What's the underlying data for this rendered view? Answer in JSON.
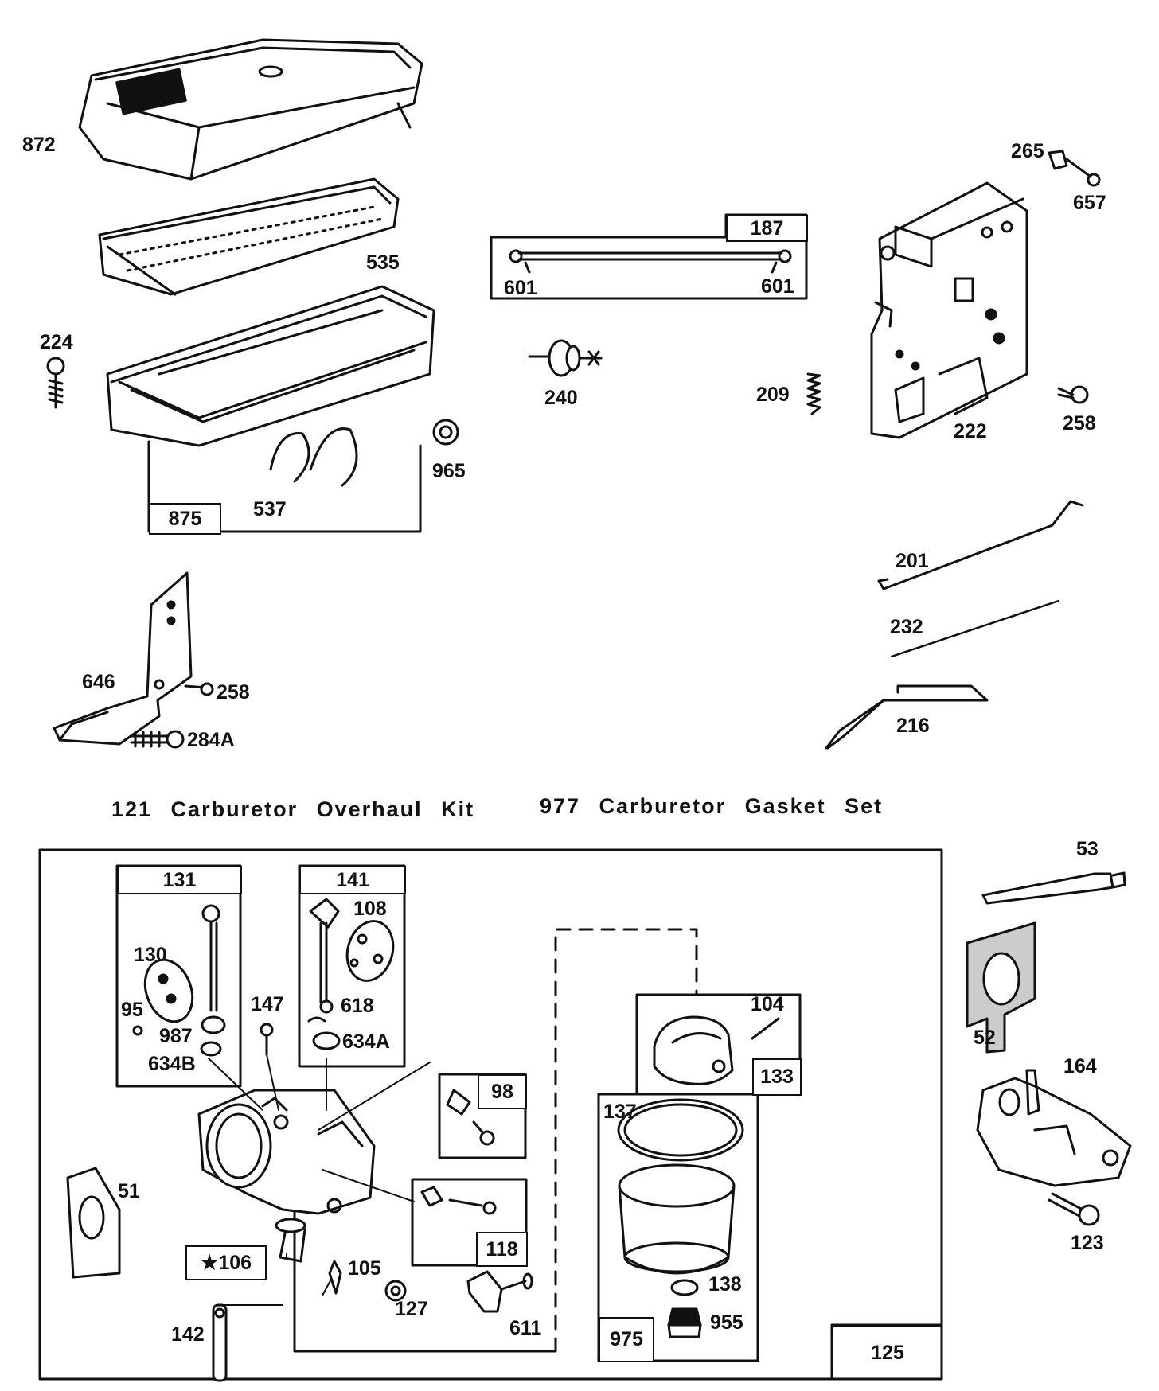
{
  "kits": {
    "overhaul": "121  Carburetor  Overhaul  Kit",
    "gasket": "977  Carburetor  Gasket  Set"
  },
  "callouts": {
    "p872": "872",
    "p535": "535",
    "p224": "224",
    "p965": "965",
    "p537": "537",
    "p875": "875",
    "p187": "187",
    "p601a": "601",
    "p601b": "601",
    "p240": "240",
    "p209": "209",
    "p265": "265",
    "p657": "657",
    "p258a": "258",
    "p222": "222",
    "p201": "201",
    "p232": "232",
    "p216": "216",
    "p646": "646",
    "p258b": "258",
    "p284a": "284A",
    "p131": "131",
    "p141": "141",
    "p130": "130",
    "p95": "95",
    "p987": "987",
    "p634b": "634B",
    "p108": "108",
    "p618": "618",
    "p634a": "634A",
    "p147": "147",
    "p98": "98",
    "p118": "118",
    "p51": "51",
    "p106": "★106",
    "p105": "105",
    "p127": "127",
    "p142": "142",
    "p611": "611",
    "p104": "104",
    "p133": "133",
    "p137": "137",
    "p138": "138",
    "p955": "955",
    "p975": "975",
    "p125": "125",
    "p53": "53",
    "p52": "52",
    "p164": "164",
    "p123": "123"
  }
}
